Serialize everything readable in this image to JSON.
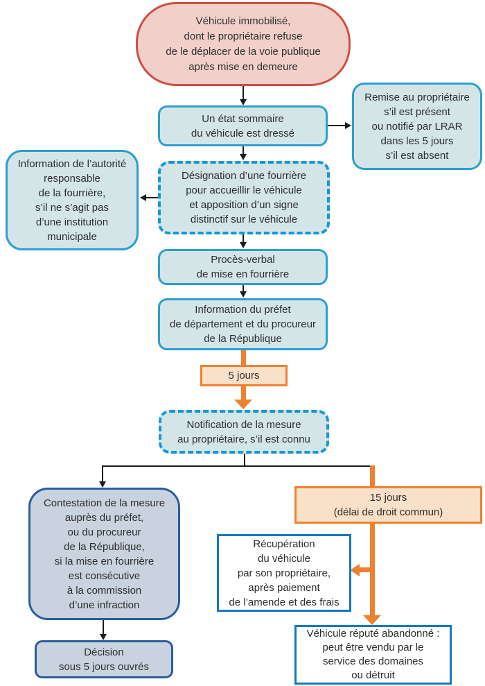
{
  "colors": {
    "start_fill": "#f2d0ca",
    "start_border": "#cb4f45",
    "teal_fill": "#d4e5e8",
    "teal_border": "#2d9ecf",
    "dashed_border": "#1598d6",
    "steel_fill": "#c9d3df",
    "steel_border": "#2a5d9a",
    "orange_fill": "#f9e0c8",
    "orange_border": "#ee8130",
    "white_fill": "#ffffff",
    "white_border": "#1478c0",
    "black_line": "#1c1c1c",
    "text": "#2d2d2d"
  },
  "nodes": {
    "start": {
      "text": "Véhicule immobilisé,\ndont le propriétaire refuse\nde le déplacer de la voie publique\naprès mise en demeure"
    },
    "etat_sommaire": {
      "text": "Un état sommaire\ndu véhicule est dressé"
    },
    "remise_proprietaire": {
      "text": "Remise au propriétaire\ns’il est présent\nou notifié par LRAR\ndans les 5 jours\ns’il est absent"
    },
    "designation_fourriere": {
      "text": "Désignation d’une fourrière\npour accueillir le véhicule\net apposition d’un signe\ndistinctif sur le véhicule"
    },
    "information_autorite": {
      "text": "Information de l’autorité\nresponsable\nde la fourrière,\ns’il ne s’agit pas\nd’une institution\nmunicipale"
    },
    "proces_verbal": {
      "text": "Procès-verbal\nde mise en fourrière"
    },
    "information_prefet": {
      "text": "Information du préfet\nde département et du procureur\nde la République"
    },
    "delai_5_jours": {
      "text": "5 jours"
    },
    "notification_mesure": {
      "text": "Notification de la mesure\nau propriétaire, s’il est connu"
    },
    "contestation": {
      "text": "Contestation de la mesure\nauprès du préfet,\nou du procureur\nde la République,\nsi la mise en fourrière\nest consécutive\nà la commission\nd’une infraction"
    },
    "decision": {
      "text": "Décision\nsous 5 jours ouvrés"
    },
    "delai_15_jours": {
      "text": "15 jours\n(délai de droit commun)"
    },
    "recuperation": {
      "text": "Récupération\ndu véhicule\npar son propriétaire,\naprès paiement\nde l’amende et des frais"
    },
    "vehicule_abandonne": {
      "text": "Véhicule réputé abandonné :\npeut être vendu par le\nservice des domaines\nou détruit"
    }
  }
}
